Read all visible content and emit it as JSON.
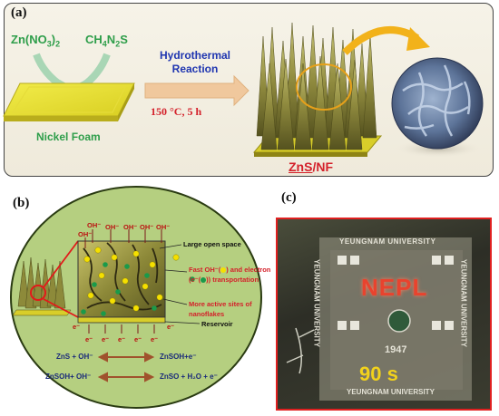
{
  "panel_a": {
    "label": "(a)",
    "reactant_1": "Zn(NO",
    "reactant_1_sub": "3",
    "reactant_1_tail": ")",
    "reactant_1_sub2": "2",
    "reactant_2": "CH",
    "reactant_2_sub1": "4",
    "reactant_2_mid": "N",
    "reactant_2_sub2": "2",
    "reactant_2_tail": "S",
    "substrate_label": "Nickel Foam",
    "process_line1": "Hydrothermal",
    "process_line2": "Reaction",
    "conditions": "150 °C,  5 h",
    "product_part1": "ZnS",
    "product_part2": "/NF"
  },
  "panel_b": {
    "label": "(b)",
    "ion_labels": [
      "OH⁻",
      "OH⁻",
      "OH⁻",
      "OH⁻",
      "OH⁻",
      "OH⁻"
    ],
    "electron_labels": [
      "e⁻",
      "e⁻",
      "e⁻",
      "e⁻",
      "e⁻",
      "e⁻",
      "e⁻"
    ],
    "callout_1": "Large open space",
    "callout_2a": "Fast OH⁻(",
    "callout_2b": ") and electron",
    "callout_2c": "(e⁻(",
    "callout_2d": ")) transportation",
    "callout_3a": "More active sites of",
    "callout_3b": "nanoflakes",
    "callout_4": "Reservoir",
    "eq1_left": "ZnS + OH⁻",
    "eq1_right": "ZnSOH+e⁻",
    "eq2_left": "ZnSOH+ OH⁻",
    "eq2_right": "ZnSO + H₂O + e⁻"
  },
  "panel_c": {
    "label": "(c)",
    "card_text_top": "YEUNGNAM UNIVERSITY",
    "card_text_left": "YEUNGNAM UNIVERSITY",
    "card_text_right": "YEUNGNAM UNIVERSITY",
    "card_text_bottom": "YEUNGNAM UNIVERSITY",
    "led_text": "NEPL",
    "seal_year": "1947",
    "time": "90 s"
  },
  "colors": {
    "green_text": "#2e9e4a",
    "blue_text": "#1f35b0",
    "red_text": "#d4202a",
    "oh_dot": "#f5e000",
    "e_dot": "#1a9a4a",
    "frame_red": "#e02020",
    "time_yellow": "#f2d21c"
  }
}
